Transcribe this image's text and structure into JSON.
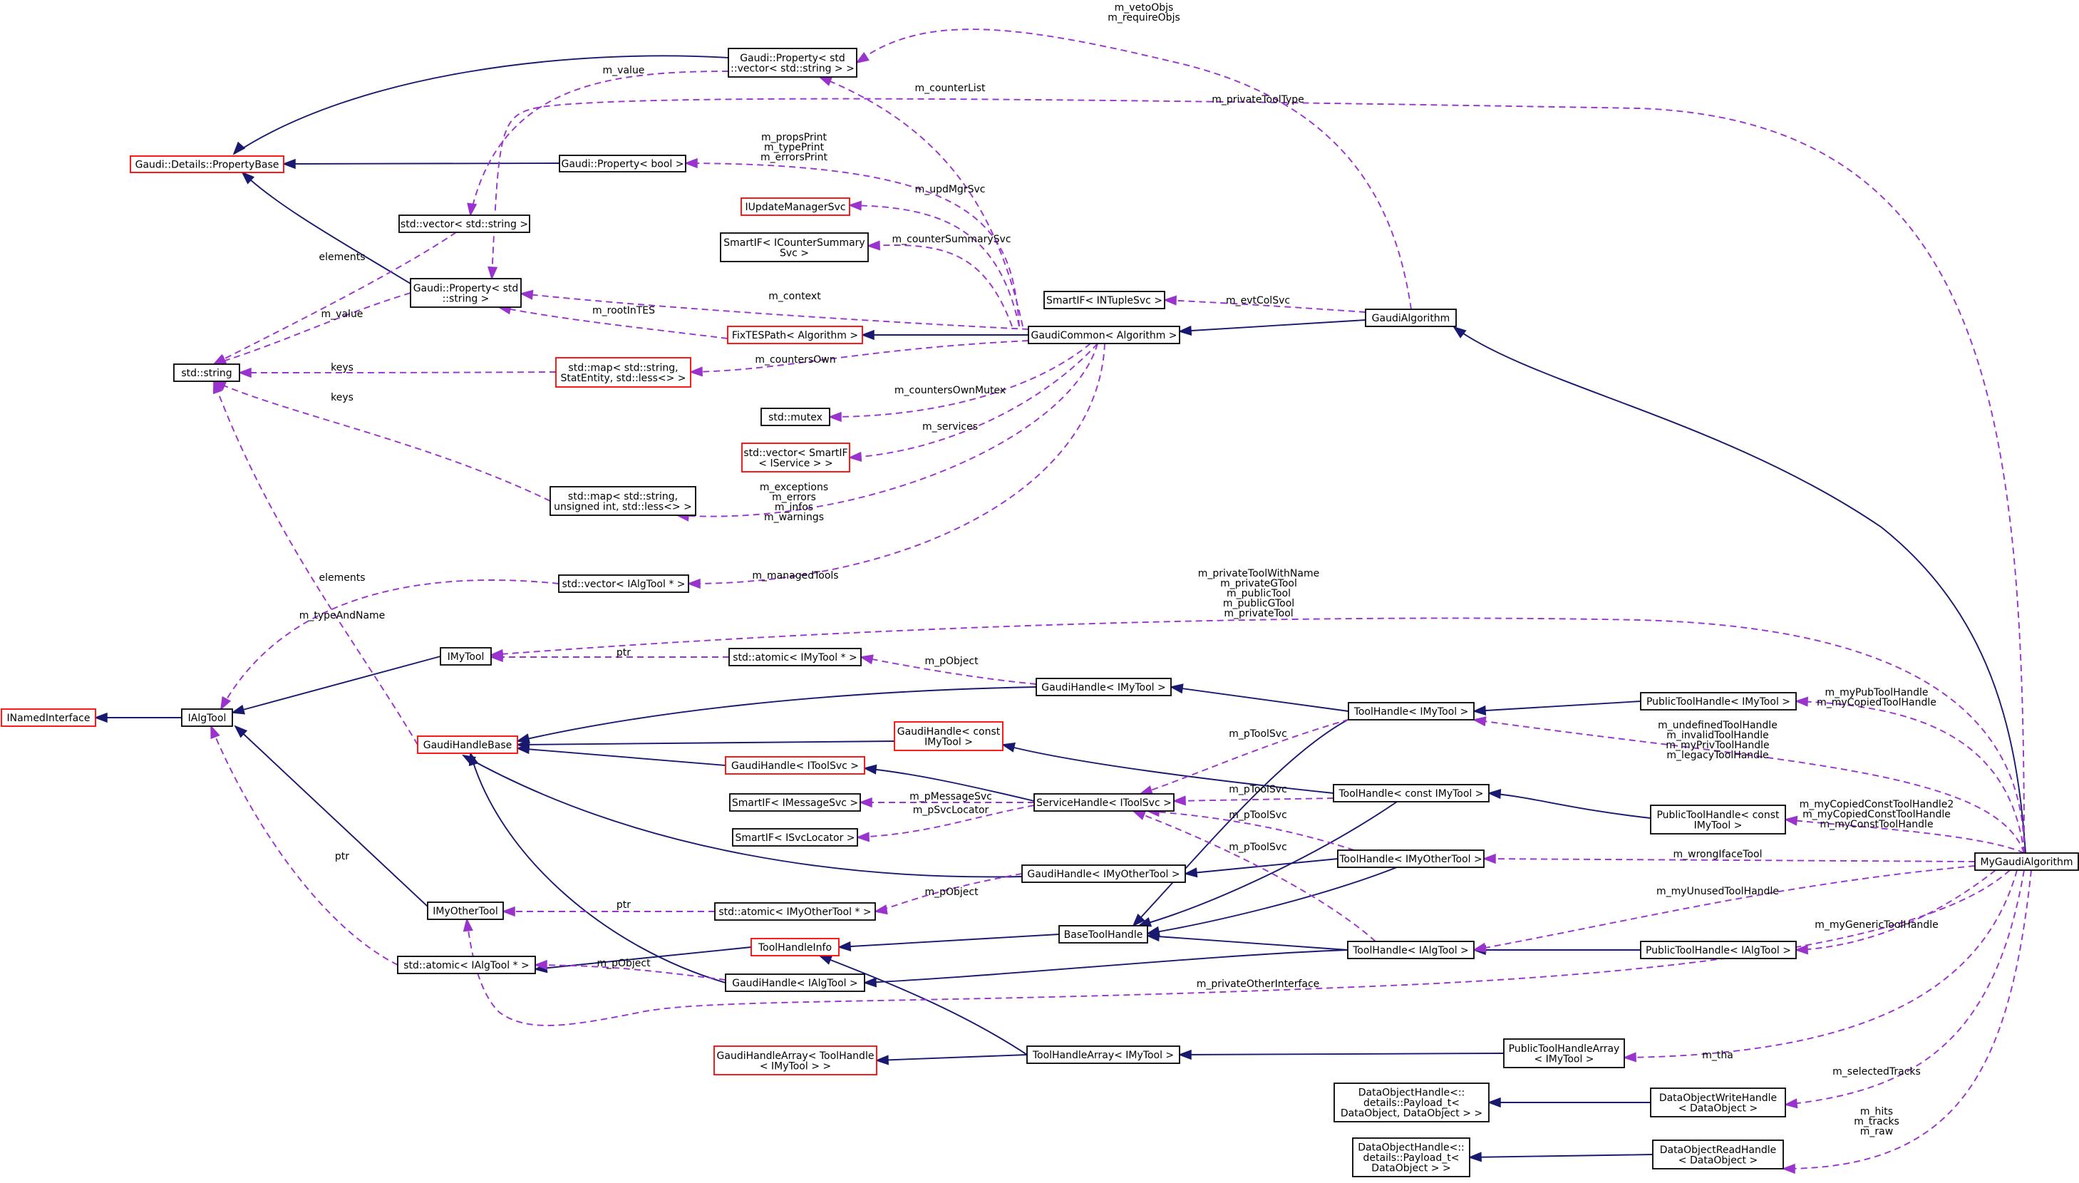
{
  "colors": {
    "inherit": "#191970",
    "usage": "#9a32cd",
    "border": "#000000",
    "incomplete": "#ff0000"
  },
  "nodes": {
    "property_vector_string": [
      "Gaudi::Property< std",
      "::vector< std::string > >"
    ],
    "property_base": [
      "Gaudi::Details::PropertyBase"
    ],
    "property_bool": [
      "Gaudi::Property< bool >"
    ],
    "iupdate_manager_svc": [
      "IUpdateManagerSvc"
    ],
    "smartif_icounter": [
      "SmartIF< ICounterSummary",
      "Svc >"
    ],
    "vector_string": [
      "std::vector< std::string >"
    ],
    "property_string": [
      "Gaudi::Property< std",
      "::string >"
    ],
    "smartif_intuple": [
      "SmartIF< INTupleSvc >"
    ],
    "fixtespath": [
      "FixTESPath< Algorithm >"
    ],
    "gaudi_common": [
      "GaudiCommon< Algorithm >"
    ],
    "gaudi_algorithm": [
      "GaudiAlgorithm"
    ],
    "std_string": [
      "std::string"
    ],
    "map_statentity": [
      "std::map< std::string,",
      "StatEntity, std::less<> >"
    ],
    "std_mutex": [
      "std::mutex"
    ],
    "vector_smartif": [
      "std::vector< SmartIF",
      "< IService > >"
    ],
    "map_unsigned": [
      "std::map< std::string,",
      "unsigned int, std::less<> >"
    ],
    "vector_ialgtool_ptr": [
      "std::vector< IAlgTool * >"
    ],
    "imytool": [
      "IMyTool"
    ],
    "atomic_imytool": [
      "std::atomic< IMyTool * >"
    ],
    "gaudihandle_imytool": [
      "GaudiHandle< IMyTool >"
    ],
    "toolhandle_imytool": [
      "ToolHandle< IMyTool >"
    ],
    "public_toolhandle_imytool": [
      "PublicToolHandle< IMyTool >"
    ],
    "inamed_interface": [
      "INamedInterface"
    ],
    "ialgtool": [
      "IAlgTool"
    ],
    "gaudi_handle_base": [
      "GaudiHandleBase"
    ],
    "gaudihandle_const_imytool": [
      "GaudiHandle< const",
      "IMyTool >"
    ],
    "gaudihandle_itoolsvc": [
      "GaudiHandle< IToolSvc >"
    ],
    "smartif_imessagesvc": [
      "SmartIF< IMessageSvc >"
    ],
    "servicehandle_itoolsvc": [
      "ServiceHandle< IToolSvc >"
    ],
    "toolhandle_const_imytool": [
      "ToolHandle< const IMyTool >"
    ],
    "public_toolhandle_const_imytool": [
      "PublicToolHandle< const",
      "IMyTool >"
    ],
    "smartif_isvclocator": [
      "SmartIF< ISvcLocator >"
    ],
    "gaudihandle_iothertool": [
      "GaudiHandle< IMyOtherTool >"
    ],
    "toolhandle_iothertool": [
      "ToolHandle< IMyOtherTool >"
    ],
    "my_gaudi_algorithm": [
      "MyGaudiAlgorithm"
    ],
    "imyothertool": [
      "IMyOtherTool"
    ],
    "atomic_imyothertool": [
      "std::atomic< IMyOtherTool * >"
    ],
    "basetoolhandle": [
      "BaseToolHandle"
    ],
    "toolhandleinfo": [
      "ToolHandleInfo"
    ],
    "toolhandle_ialgtool": [
      "ToolHandle< IAlgTool >"
    ],
    "public_toolhandle_ialgtool": [
      "PublicToolHandle< IAlgTool >"
    ],
    "atomic_ialgtool": [
      "std::atomic< IAlgTool * >"
    ],
    "gaudihandle_ialgtool": [
      "GaudiHandle< IAlgTool >"
    ],
    "gaudihandlearray": [
      "GaudiHandleArray< ToolHandle",
      "< IMyTool > >"
    ],
    "toolhandlearray_imytool": [
      "ToolHandleArray< IMyTool >"
    ],
    "public_toolhandlearray": [
      "PublicToolHandleArray",
      "< IMyTool >"
    ],
    "dataobjecthandle_write_base": [
      "DataObjectHandle<::",
      "details::Payload_t<",
      "DataObject, DataObject > >"
    ],
    "dataobject_write_handle": [
      "DataObjectWriteHandle",
      "< DataObject >"
    ],
    "dataobjecthandle_read_base": [
      "DataObjectHandle<::",
      "details::Payload_t<",
      "DataObject > >"
    ],
    "dataobject_read_handle": [
      "DataObjectReadHandle",
      "< DataObject >"
    ]
  },
  "edge_labels": {
    "veto": [
      "m_vetoObjs",
      "m_requireObjs"
    ],
    "value_top": [
      "m_value"
    ],
    "counter_list": [
      "m_counterList"
    ],
    "private_tool_type": [
      "m_privateToolType"
    ],
    "props_print": [
      "m_propsPrint",
      "m_typePrint",
      "m_errorsPrint"
    ],
    "upd_mgr_svc": [
      "m_updMgrSvc"
    ],
    "counter_summary_svc": [
      "m_counterSummarySvc"
    ],
    "elements_top": [
      "elements"
    ],
    "context": [
      "m_context"
    ],
    "evt_col_svc": [
      "m_evtColSvc"
    ],
    "root_in_tes": [
      "m_rootInTES"
    ],
    "value_string": [
      "m_value"
    ],
    "counters_own": [
      "m_countersOwn"
    ],
    "keys_statentity": [
      "keys"
    ],
    "keys_unsigned": [
      "keys"
    ],
    "counters_own_mutex": [
      "m_countersOwnMutex"
    ],
    "services": [
      "m_services"
    ],
    "exceptions": [
      "m_exceptions",
      "m_errors",
      "m_infos",
      "m_warnings"
    ],
    "elements_ialgtool": [
      "elements"
    ],
    "managed_tools": [
      "m_managedTools"
    ],
    "type_and_name": [
      "m_typeAndName"
    ],
    "private_tool_with_name": [
      "m_privateToolWithName",
      "m_privateGTool",
      "m_publicTool",
      "m_publicGTool",
      "m_privateTool"
    ],
    "ptr_imytool": [
      "ptr"
    ],
    "pobject_imytool": [
      "m_pObject"
    ],
    "my_pub_tool_handle": [
      "m_myPubToolHandle",
      "m_myCopiedToolHandle"
    ],
    "undefined_tool_handle": [
      "m_undefinedToolHandle",
      "m_invalidToolHandle",
      "m_myPrivToolHandle",
      "m_legacyToolHandle"
    ],
    "ptoolsvc_1": [
      "m_pToolSvc"
    ],
    "ptoolsvc_2": [
      "m_pToolSvc"
    ],
    "ptoolsvc_3": [
      "m_pToolSvc"
    ],
    "ptoolsvc_4": [
      "m_pToolSvc"
    ],
    "pmessage_svc": [
      "m_pMessageSvc"
    ],
    "psvc_locator": [
      "m_pSvcLocator"
    ],
    "my_copied_const": [
      "m_myCopiedConstToolHandle2",
      "m_myCopiedConstToolHandle",
      "m_myConstToolHandle"
    ],
    "wrong_iface_tool": [
      "m_wrongIfaceTool"
    ],
    "ptr_ialgtool": [
      "ptr"
    ],
    "ptr_iothertool": [
      "ptr"
    ],
    "pobject_iothertool": [
      "m_pObject"
    ],
    "my_unused_tool_handle": [
      "m_myUnusedToolHandle"
    ],
    "my_generic_tool_handle": [
      "m_myGenericToolHandle"
    ],
    "pobject_ialgtool": [
      "m_pObject"
    ],
    "private_other_interface": [
      "m_privateOtherInterface"
    ],
    "tha": [
      "m_tha"
    ],
    "selected_tracks": [
      "m_selectedTracks"
    ],
    "hits": [
      "m_hits",
      "m_tracks",
      "m_raw"
    ]
  }
}
